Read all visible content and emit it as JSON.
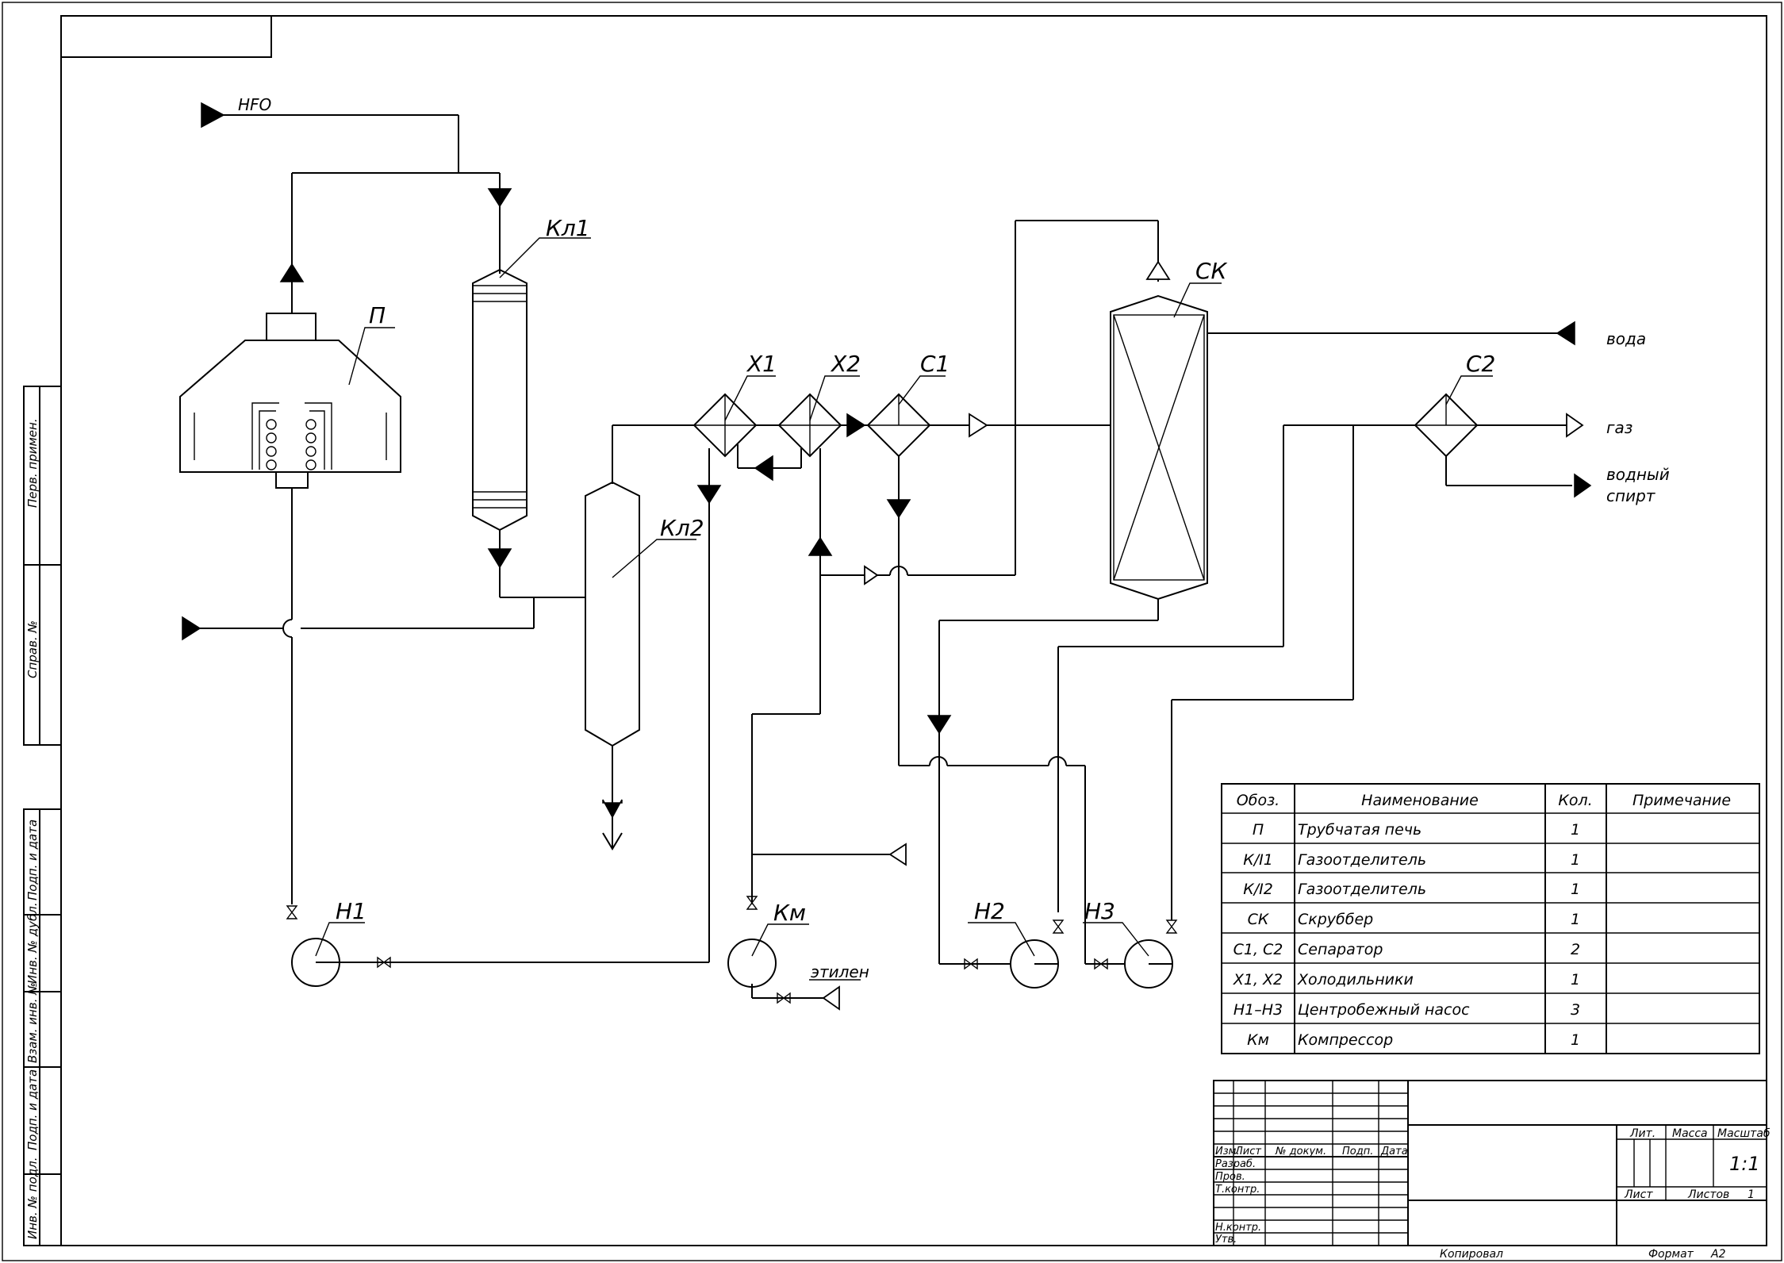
{
  "streams": {
    "hfo": "HFO",
    "water": "вода",
    "gas": "газ",
    "alcohol_line1": "водный",
    "alcohol_line2": "спирт",
    "ethylene": "этилен"
  },
  "equipment_tags": {
    "furnace": "П",
    "kl1": "Кл1",
    "kl2": "Кл2",
    "x1": "Х1",
    "x2": "Х2",
    "c1": "С1",
    "c2": "С2",
    "ck": "СК",
    "h1": "Н1",
    "h2": "Н2",
    "h3": "Н3",
    "km": "Км"
  },
  "spec_table": {
    "headers": [
      "Обоз.",
      "Наименование",
      "Кол.",
      "Примечание"
    ],
    "rows": [
      [
        "П",
        "Трубчатая печь",
        "1",
        ""
      ],
      [
        "К/I1",
        "Газоотделитель",
        "1",
        ""
      ],
      [
        "К/I2",
        "Газоотделитель",
        "1",
        ""
      ],
      [
        "СК",
        "Скруббер",
        "1",
        ""
      ],
      [
        "С1, С2",
        "Сепаратор",
        "2",
        ""
      ],
      [
        "Х1, Х2",
        "Холодильники",
        "1",
        ""
      ],
      [
        "Н1–Н3",
        "Центробежный насос",
        "3",
        ""
      ],
      [
        "Км",
        "Компрессор",
        "1",
        ""
      ]
    ]
  },
  "side_stamp": [
    "Перв. примен.",
    "Справ. №",
    "Подп. и дата",
    "Инв. № дубл.",
    "Взам. инв. №",
    "Подп. и дата",
    "Инв. № подл."
  ],
  "title_block": {
    "col_headers": [
      "Изм.",
      "Лист",
      "№ докум.",
      "Подп.",
      "Дата"
    ],
    "roles": [
      "Разраб.",
      "Пров.",
      "Т.контр.",
      "Н.контр.",
      "Утв."
    ],
    "lit": "Лит.",
    "mass": "Масса",
    "scale": "Масштаб",
    "scale_value": "1:1",
    "sheet": "Лист",
    "sheets": "Листов",
    "sheets_value": "1"
  },
  "footer": {
    "copied": "Копировал",
    "format": "Формат",
    "format_value": "А2"
  }
}
